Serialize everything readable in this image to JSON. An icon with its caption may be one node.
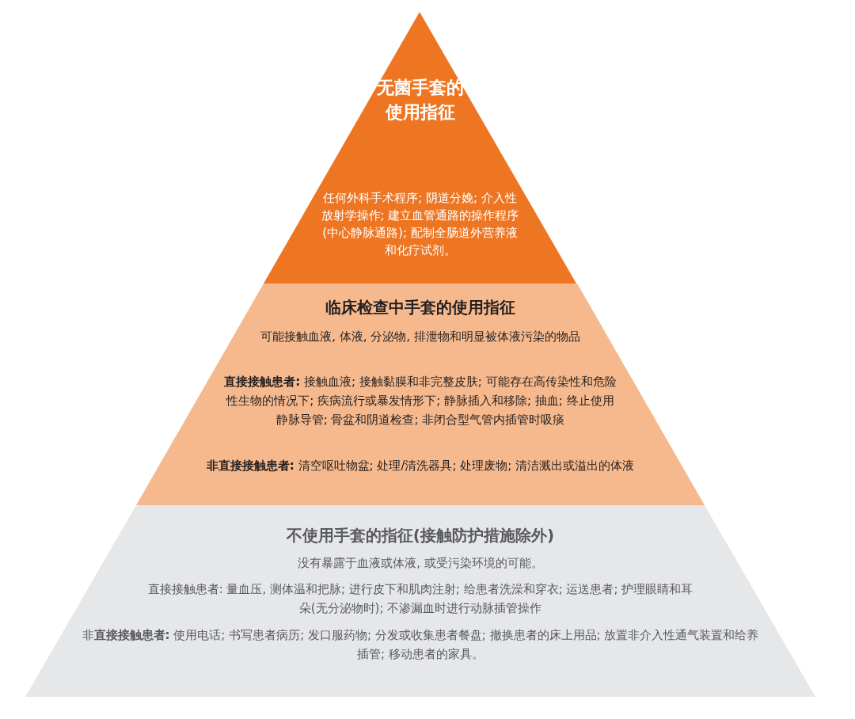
{
  "diagram": {
    "nodes": [
      {
        "text": [
          "无菌手套的使用指征",
          "任何外科手术程序; 阴道分娩; 介入性放射学操作; 建立血管通路的操作程序(中心静脉通路); 配制全肠道外营养液和化疗试剂。"
        ]
      },
      {
        "text": [
          "临床检查中手套的使用指征",
          "可能接触血液, 体液, 分泌物, 排泄物和明显被体液污染的物品",
          "**直接接触患者:** 接触血液; 接触黏膜和非完整皮肤; 可能存在高传染性和危险性生物的情况下; 疾病流行或暴发情形下; 静脉插入和移除; 抽血; 终止使用静脉导管; 骨盆和阴道检查; 非闭合型气管内插管时吸痰",
          "**非直接接触患者:** 清空呕吐物盆; 处理/清洗器具; 处理废物; 清洁溅出或溢出的体液"
        ]
      },
      {
        "text": [
          "不使用手套的指征(接触防护措施除外)",
          "没有暴露于血液或体液, 或受污染环境的可能。",
          "直接接触患者: 量血压, 测体温和把脉; 进行皮下和肌肉注射; 给患者洗澡和穿衣; 运送患者; 护理眼睛和耳朵(无分泌物时); 不渗漏血时进行动脉插管操作",
          "非**直接接触患者:** 使用电话; 书写患者病历; 发口服药物; 分发或收集患者餐盘; 撤换患者的床上用品; 放置非介入性通气装置和给养插管; 移动患者的家具。"
        ]
      }
    ]
  }
}
